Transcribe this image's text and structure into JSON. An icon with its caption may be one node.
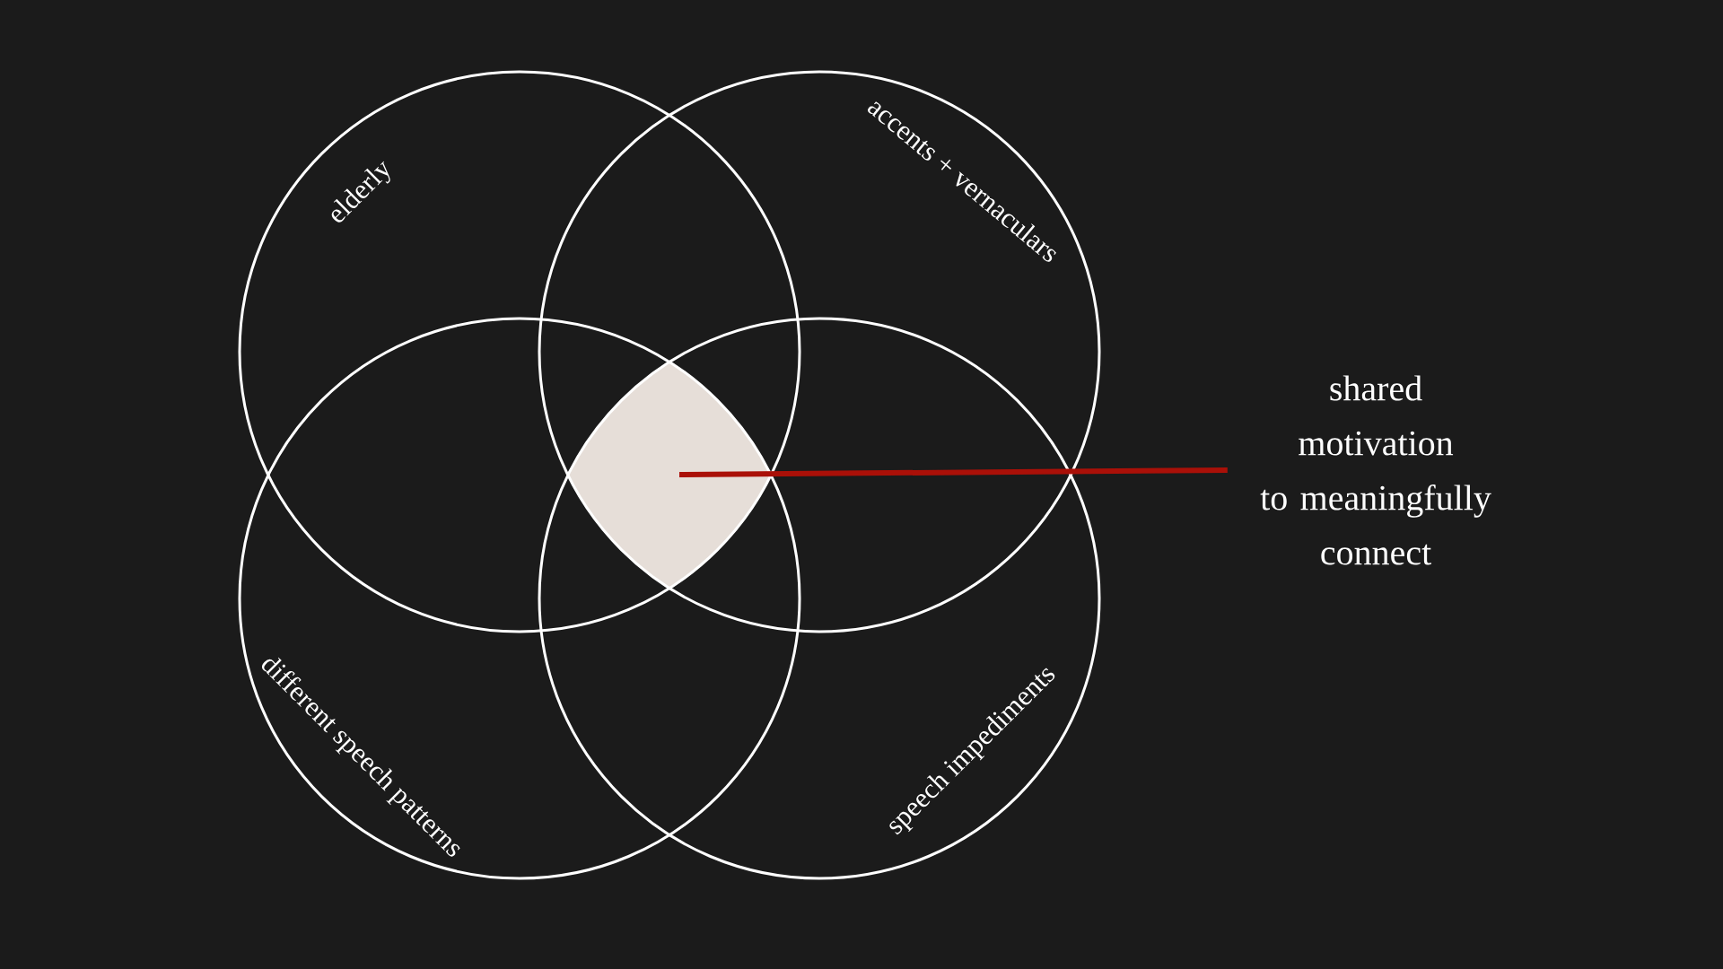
{
  "diagram": {
    "nodes": [
      {
        "text": [
          "elderly"
        ]
      },
      {
        "text": [
          "accents + vernaculars"
        ]
      },
      {
        "text": [
          "different speech patterns"
        ]
      },
      {
        "text": [
          "speech impediments"
        ]
      },
      {
        "text": [],
        "shape": "diamond"
      },
      {
        "text": [
          "shared motivation to meaningfully connect"
        ]
      }
    ],
    "edges": [
      {
        "from": 5,
        "to": 4,
        "arrow": "none"
      }
    ]
  }
}
